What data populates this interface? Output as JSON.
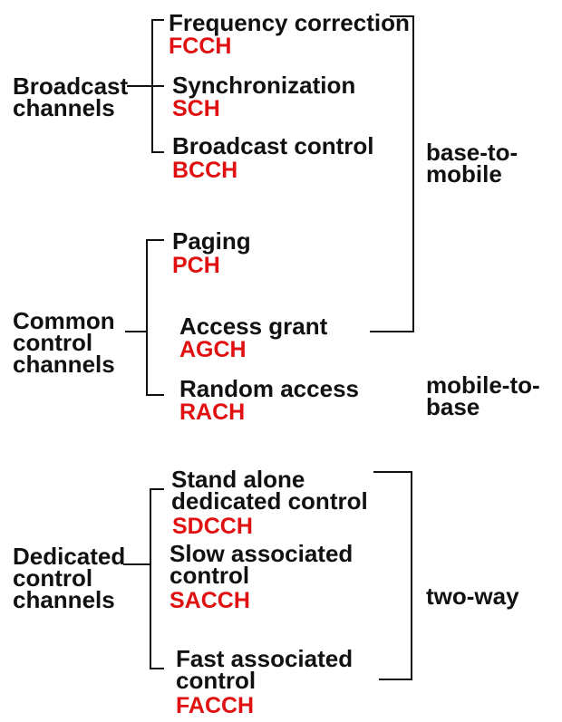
{
  "colors": {
    "text": "#111111",
    "code": "#e01010",
    "line": "#111111"
  },
  "groups": [
    {
      "label": [
        "Broadcast",
        "channels"
      ]
    },
    {
      "label": [
        "Common",
        "control",
        "channels"
      ]
    },
    {
      "label": [
        "Dedicated",
        "control",
        "channels"
      ]
    }
  ],
  "channels": [
    {
      "name": [
        "Frequency correction"
      ],
      "code": "FCCH"
    },
    {
      "name": [
        "Synchronization"
      ],
      "code": "SCH"
    },
    {
      "name": [
        "Broadcast control"
      ],
      "code": "BCCH"
    },
    {
      "name": [
        "Paging"
      ],
      "code": "PCH"
    },
    {
      "name": [
        "Access grant"
      ],
      "code": "AGCH"
    },
    {
      "name": [
        "Random access"
      ],
      "code": "RACH"
    },
    {
      "name": [
        "Stand alone",
        "dedicated control"
      ],
      "code": "SDCCH"
    },
    {
      "name": [
        "Slow associated",
        "control"
      ],
      "code": "SACCH"
    },
    {
      "name": [
        "Fast associated",
        "control"
      ],
      "code": "FACCH"
    }
  ],
  "directions": [
    {
      "label": [
        "base-to-",
        "mobile"
      ]
    },
    {
      "label": [
        "mobile-to-",
        "base"
      ]
    },
    {
      "label": [
        "two-way"
      ]
    }
  ]
}
